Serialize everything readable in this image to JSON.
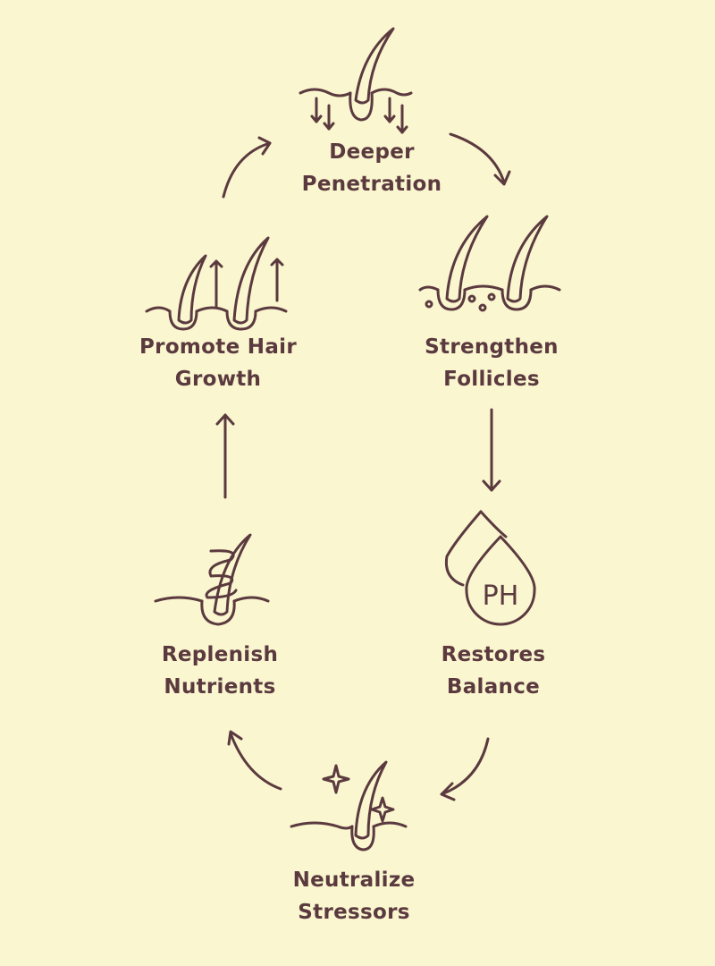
{
  "colors": {
    "background": "#faf6cf",
    "ink": "#5b3a3f"
  },
  "steps": [
    {
      "id": "deeper-penetration",
      "line1": "Deeper",
      "line2": "Penetration",
      "icon": "hair-follicle-arrows-down-icon"
    },
    {
      "id": "strengthen-follicles",
      "line1": "Strengthen",
      "line2": "Follicles",
      "icon": "two-hair-follicles-icon"
    },
    {
      "id": "restores-balance",
      "line1": "Restores",
      "line2": "Balance",
      "icon": "ph-drops-icon",
      "icon_text": "PH"
    },
    {
      "id": "neutralize-stressors",
      "line1": "Neutralize",
      "line2": "Stressors",
      "icon": "hair-sparkles-icon"
    },
    {
      "id": "replenish-nutrients",
      "line1": "Replenish",
      "line2": "Nutrients",
      "icon": "hair-spiral-icon"
    },
    {
      "id": "promote-hair-growth",
      "line1": "Promote Hair",
      "line2": "Growth",
      "icon": "hair-follicles-arrows-up-icon"
    }
  ]
}
